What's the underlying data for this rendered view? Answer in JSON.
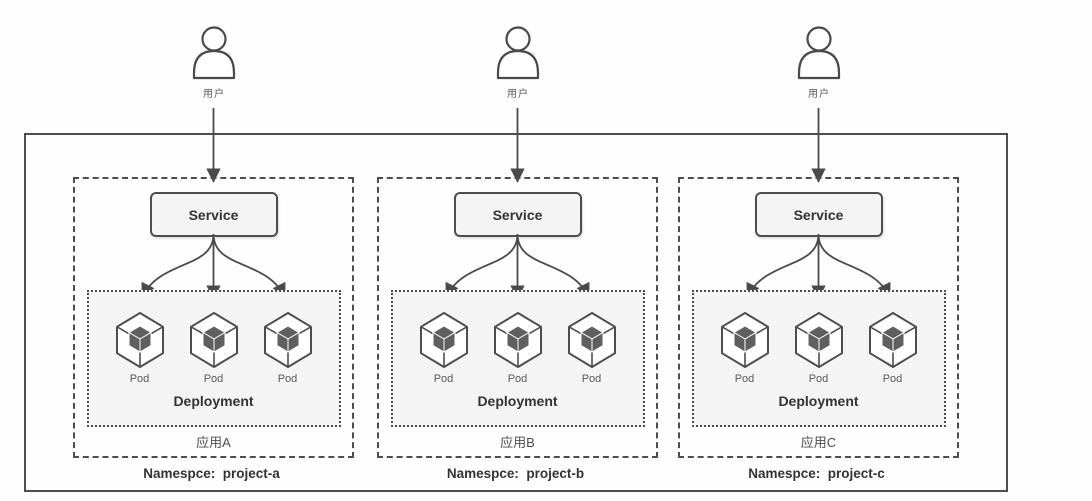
{
  "diagram": {
    "title_semantics": "Kubernetes multi-namespace application isolation diagram",
    "users": [
      {
        "label": "用户"
      },
      {
        "label": "用户"
      },
      {
        "label": "用户"
      }
    ],
    "apps": [
      {
        "service_label": "Service",
        "pods": [
          "Pod",
          "Pod",
          "Pod"
        ],
        "deployment_label": "Deployment",
        "app_label": "应用A",
        "namespace_label": "Namespce:  project-a"
      },
      {
        "service_label": "Service",
        "pods": [
          "Pod",
          "Pod",
          "Pod"
        ],
        "deployment_label": "Deployment",
        "app_label": "应用B",
        "namespace_label": "Namespce:  project-b"
      },
      {
        "service_label": "Service",
        "pods": [
          "Pod",
          "Pod",
          "Pod"
        ],
        "deployment_label": "Deployment",
        "app_label": "应用C",
        "namespace_label": "Namespce:  project-c"
      }
    ],
    "colors": {
      "line": "#4a4a4a",
      "border": "#4d4d4d",
      "panel_fill": "#f4f4f4",
      "text_dark": "#333333",
      "text_gray": "#595959",
      "cube_fill": "#5f5f5f"
    }
  }
}
